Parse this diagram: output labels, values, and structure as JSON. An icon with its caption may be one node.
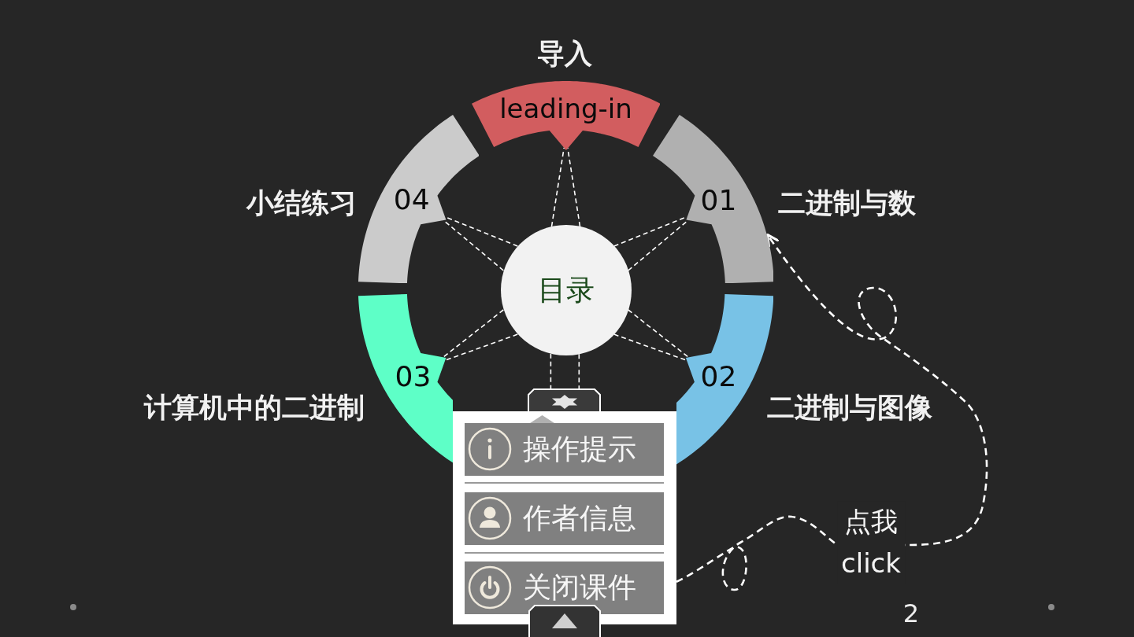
{
  "diagram": {
    "nodes": [
      {
        "text": [
          "leading-in"
        ],
        "beside": [
          "导入"
        ]
      },
      {
        "text": [
          "04"
        ],
        "beside": [
          "小结练习"
        ]
      },
      {
        "text": [
          "01"
        ],
        "beside": [
          "二进制与数"
        ]
      },
      {
        "text": [
          "目录"
        ]
      },
      {
        "text": [
          "03"
        ],
        "beside": [
          "计算机中的二进制"
        ]
      },
      {
        "text": [
          "02"
        ],
        "beside": [
          "二进制与图像"
        ]
      },
      {
        "text": [],
        "shape": "box"
      },
      {
        "text": [],
        "shape": "box"
      },
      {
        "text": [
          "操作提示"
        ],
        "in": 7
      },
      {
        "text": [
          "作者信息"
        ],
        "in": 7
      },
      {
        "text": [
          "关闭课件"
        ],
        "in": 7
      }
    ],
    "edges": [
      {
        "from": 3,
        "to": 0,
        "arrow": "none",
        "style": "dashed"
      },
      {
        "from": 3,
        "to": 0,
        "arrow": "none",
        "style": "dashed"
      },
      {
        "from": 3,
        "to": 2,
        "arrow": "none",
        "style": "dashed"
      },
      {
        "from": 3,
        "to": 2,
        "arrow": "none",
        "style": "dashed"
      },
      {
        "from": 3,
        "to": 5,
        "arrow": "none",
        "style": "dashed"
      },
      {
        "from": 3,
        "to": 5,
        "arrow": "none",
        "style": "dashed"
      },
      {
        "from": 3,
        "to": 6,
        "arrow": "none",
        "style": "dashed"
      },
      {
        "from": 3,
        "to": 6,
        "arrow": "none",
        "style": "dashed"
      },
      {
        "from": 3,
        "to": 4,
        "arrow": "none",
        "style": "dashed"
      },
      {
        "from": 3,
        "to": 4,
        "arrow": "none",
        "style": "dashed"
      },
      {
        "from": 3,
        "to": 1,
        "arrow": "none",
        "style": "dashed"
      },
      {
        "from": 3,
        "to": 1,
        "arrow": "none",
        "style": "dashed"
      },
      {
        "from": 7,
        "to": 2,
        "arrow": "to",
        "style": "dashed",
        "label": "点我 click"
      }
    ],
    "labels": [
      "2"
    ]
  }
}
